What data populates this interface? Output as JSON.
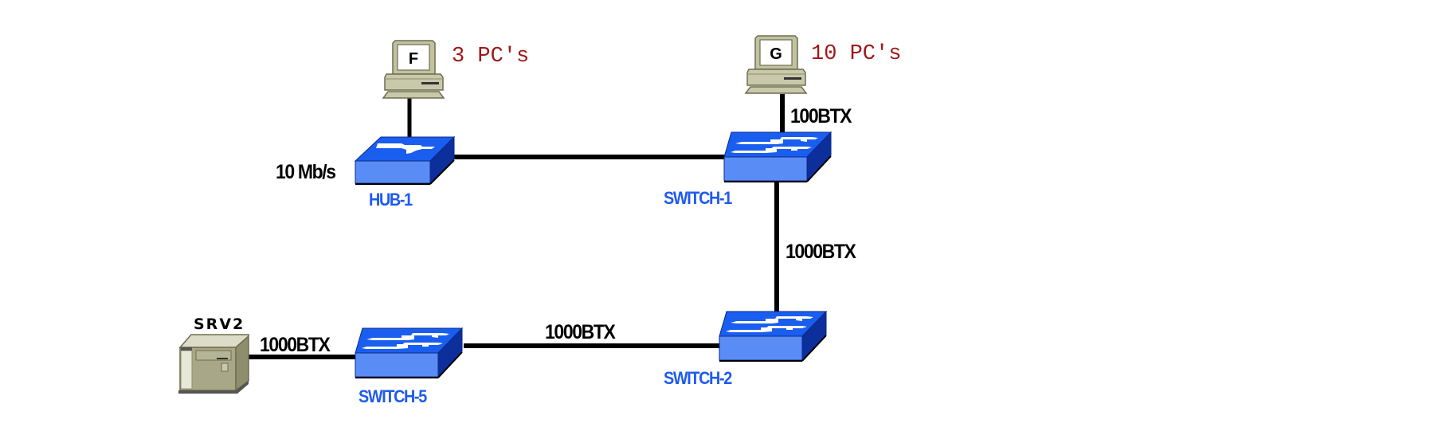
{
  "colors": {
    "background": "#ffffff",
    "link": "#000000",
    "device_label": "#1f5af0",
    "count_label": "#a01818",
    "speed_label": "#000000",
    "switch_top": "#1a5ef0",
    "switch_front": "#5a8cf5",
    "switch_side": "#0c2f9c",
    "beige_light": "#dcdcc8",
    "beige_mid": "#c2c2a2",
    "beige_dark": "#8e8e6e"
  },
  "devices": {
    "pc_f": {
      "letter": "F",
      "count_label": "3 PC's"
    },
    "pc_g": {
      "letter": "G",
      "count_label": "10 PC's"
    },
    "hub_1": {
      "name": "HUB-1",
      "speed_label": "10 Mb/s"
    },
    "switch_1": {
      "name": "SWITCH-1"
    },
    "switch_2": {
      "name": "SWITCH-2"
    },
    "switch_5": {
      "name": "SWITCH-5"
    },
    "srv2": {
      "name": "SRV2"
    }
  },
  "links": {
    "pc_g_to_switch_1": {
      "label": "100BTX"
    },
    "switch_1_to_switch_2": {
      "label": "1000BTX"
    },
    "switch_5_to_switch_2": {
      "label": "1000BTX"
    },
    "srv2_to_switch_5": {
      "label": "1000BTX"
    },
    "pc_f_to_hub_1": {
      "label": ""
    },
    "hub_1_to_switch_1": {
      "label": ""
    }
  }
}
